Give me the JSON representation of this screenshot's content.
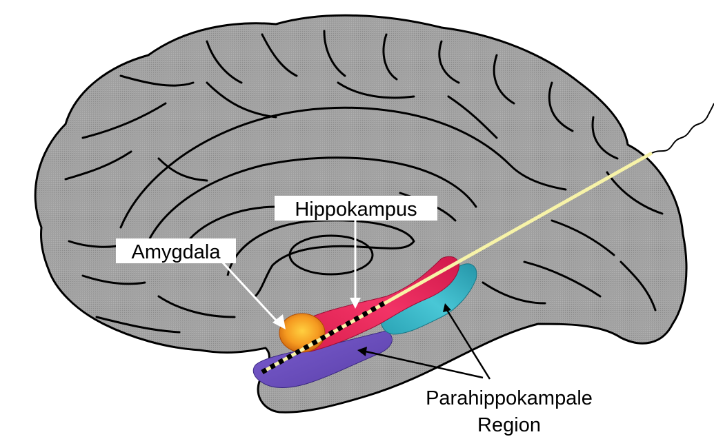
{
  "labels": {
    "hippocampus": "Hippokampus",
    "amygdala": "Amygdala",
    "parahippocampal_line1": "Parahippokampale",
    "parahippocampal_line2": "Region"
  },
  "colors": {
    "brain_fill": "#9a9a9a",
    "brain_outline": "#000000",
    "amygdala": "#f5a020",
    "hippocampus": "#e8255a",
    "parahippocampal_cyan": "#30b7c8",
    "parahippocampal_purple": "#6a4fc0",
    "probe_line": "#f7f3a8",
    "label_box": "#ffffff"
  },
  "icons": {
    "brain": "brain-medial-view-icon",
    "electrode": "depth-electrode-icon"
  }
}
